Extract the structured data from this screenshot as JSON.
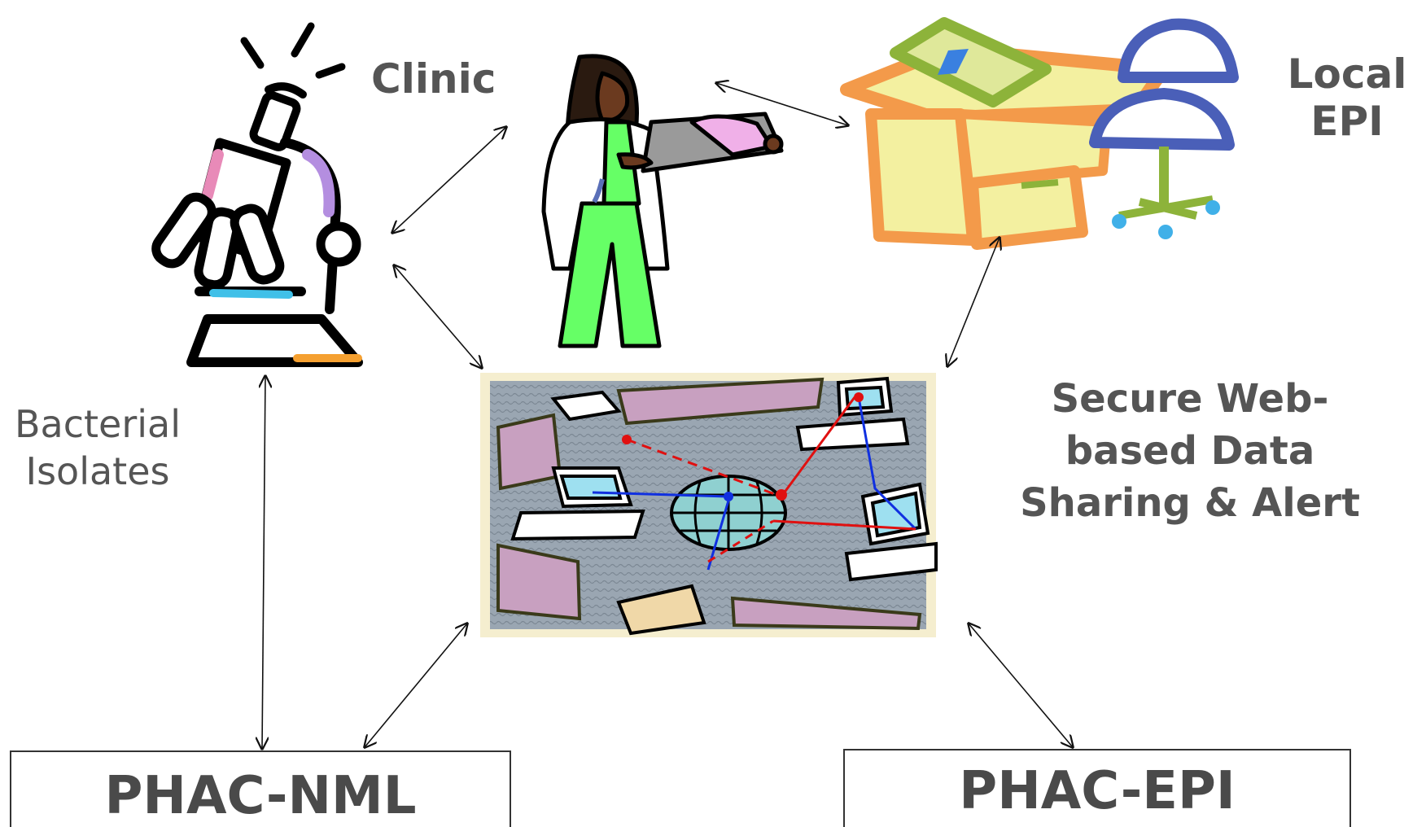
{
  "labels": {
    "clinic": "Clinic",
    "local_epi_line1": "Local",
    "local_epi_line2": "EPI",
    "bacterial_line1": "Bacterial",
    "bacterial_line2": "Isolates",
    "secure_line1": "Secure Web-",
    "secure_line2": "based Data",
    "secure_line3": "Sharing & Alert"
  },
  "boxes": {
    "nml": "PHAC-NML",
    "epi": "PHAC-EPI"
  },
  "icons": {
    "lab": "microscope-icon",
    "clinic": "doctor-icon",
    "local_epi": "office-desk-icon",
    "network": "network-globe-icon"
  },
  "colors": {
    "text": "#555555",
    "arrow": "#111111",
    "desk_orange": "#f39a4a",
    "desk_yellow": "#f3f0a0",
    "desk_green": "#8db33a",
    "chair_blue": "#4a5fb8",
    "scrubs_green": "#66ff66",
    "network_bg": "#8e9aa6"
  }
}
